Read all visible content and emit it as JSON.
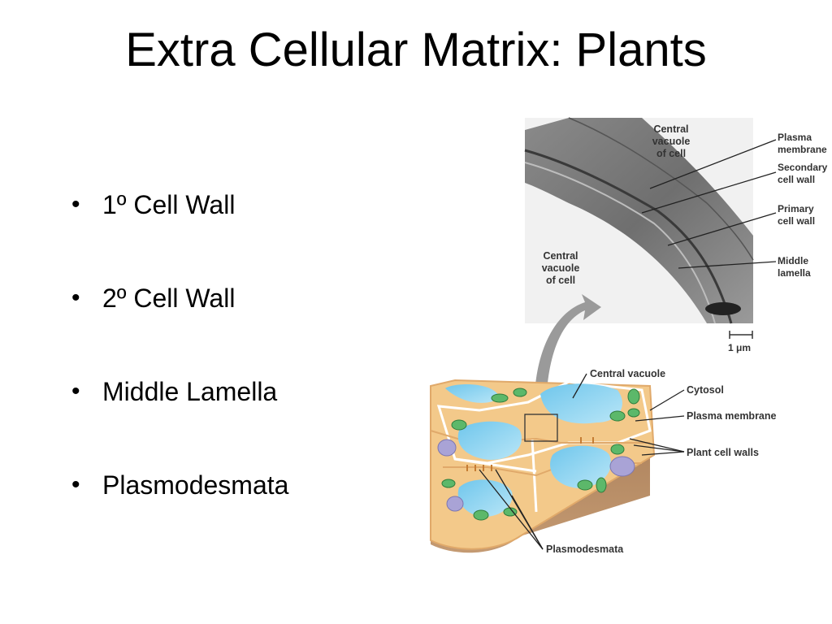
{
  "slide": {
    "title": "Extra Cellular Matrix: Plants",
    "bullets": [
      "1º Cell Wall",
      "2º Cell Wall",
      "Middle Lamella",
      "Plasmodesmata"
    ]
  },
  "micrograph": {
    "labels": {
      "central_vacuole_top": [
        "Central",
        "vacuole",
        "of cell"
      ],
      "central_vacuole_left": [
        "Central",
        "vacuole",
        "of cell"
      ],
      "plasma_membrane": [
        "Plasma",
        "membrane"
      ],
      "secondary_wall": [
        "Secondary",
        "cell wall"
      ],
      "primary_wall": [
        "Primary",
        "cell wall"
      ],
      "middle_lamella": [
        "Middle",
        "lamella"
      ],
      "scale_bar": "1 μm"
    }
  },
  "diagram": {
    "labels": {
      "central_vacuole": "Central vacuole",
      "cytosol": "Cytosol",
      "plasma_membrane": "Plasma membrane",
      "plant_cell_walls": "Plant cell walls",
      "plasmodesmata": "Plasmodesmata"
    }
  }
}
